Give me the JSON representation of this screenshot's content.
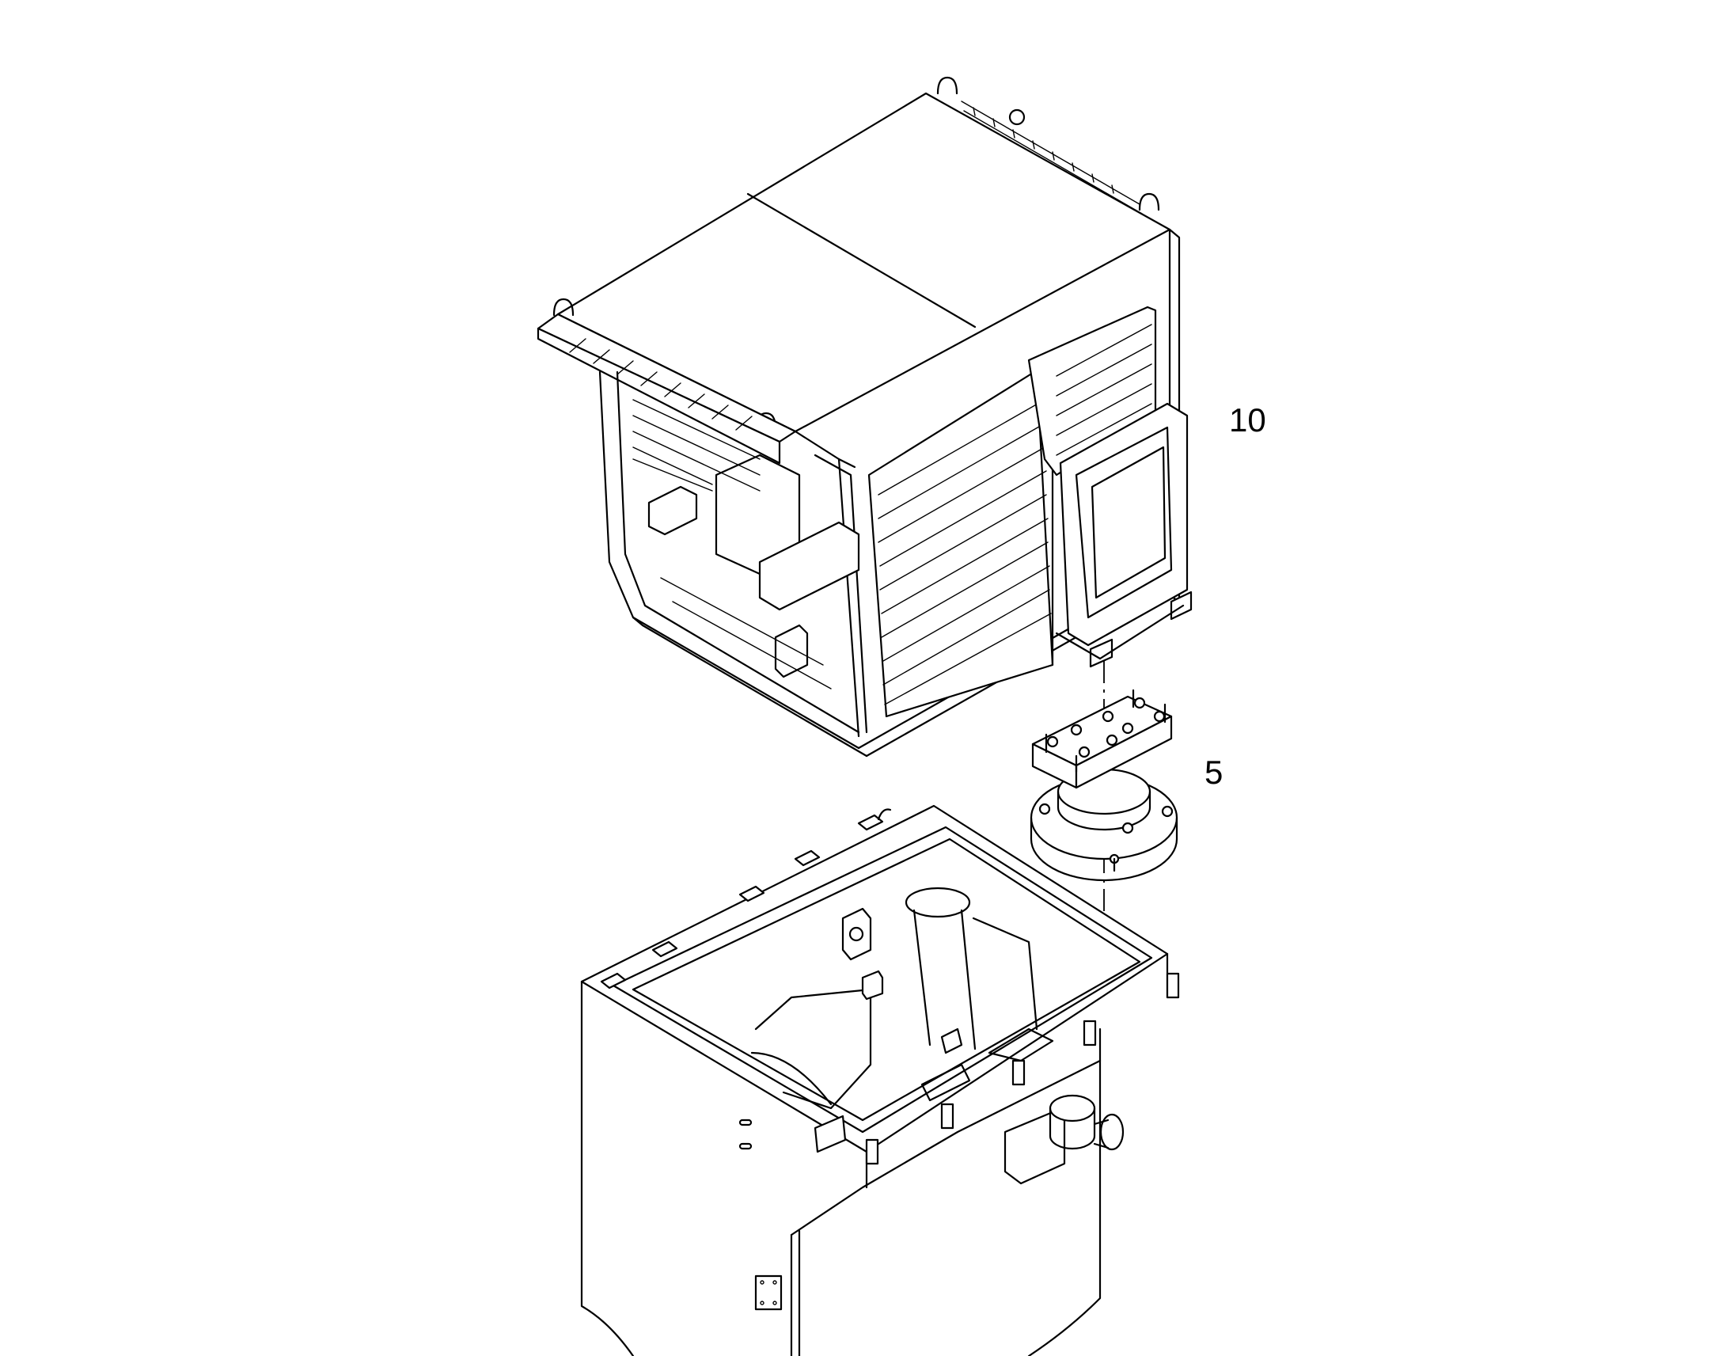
{
  "callouts": {
    "part_10": "10",
    "part_5": "5"
  },
  "parts": [
    {
      "callout": "10",
      "icon": "cab-assembly-icon"
    },
    {
      "callout": "5",
      "icon": "swivel-mount-icon"
    },
    {
      "callout": "",
      "icon": "base-frame-icon"
    }
  ],
  "colors": {
    "line": "#000000",
    "background": "#ffffff"
  }
}
